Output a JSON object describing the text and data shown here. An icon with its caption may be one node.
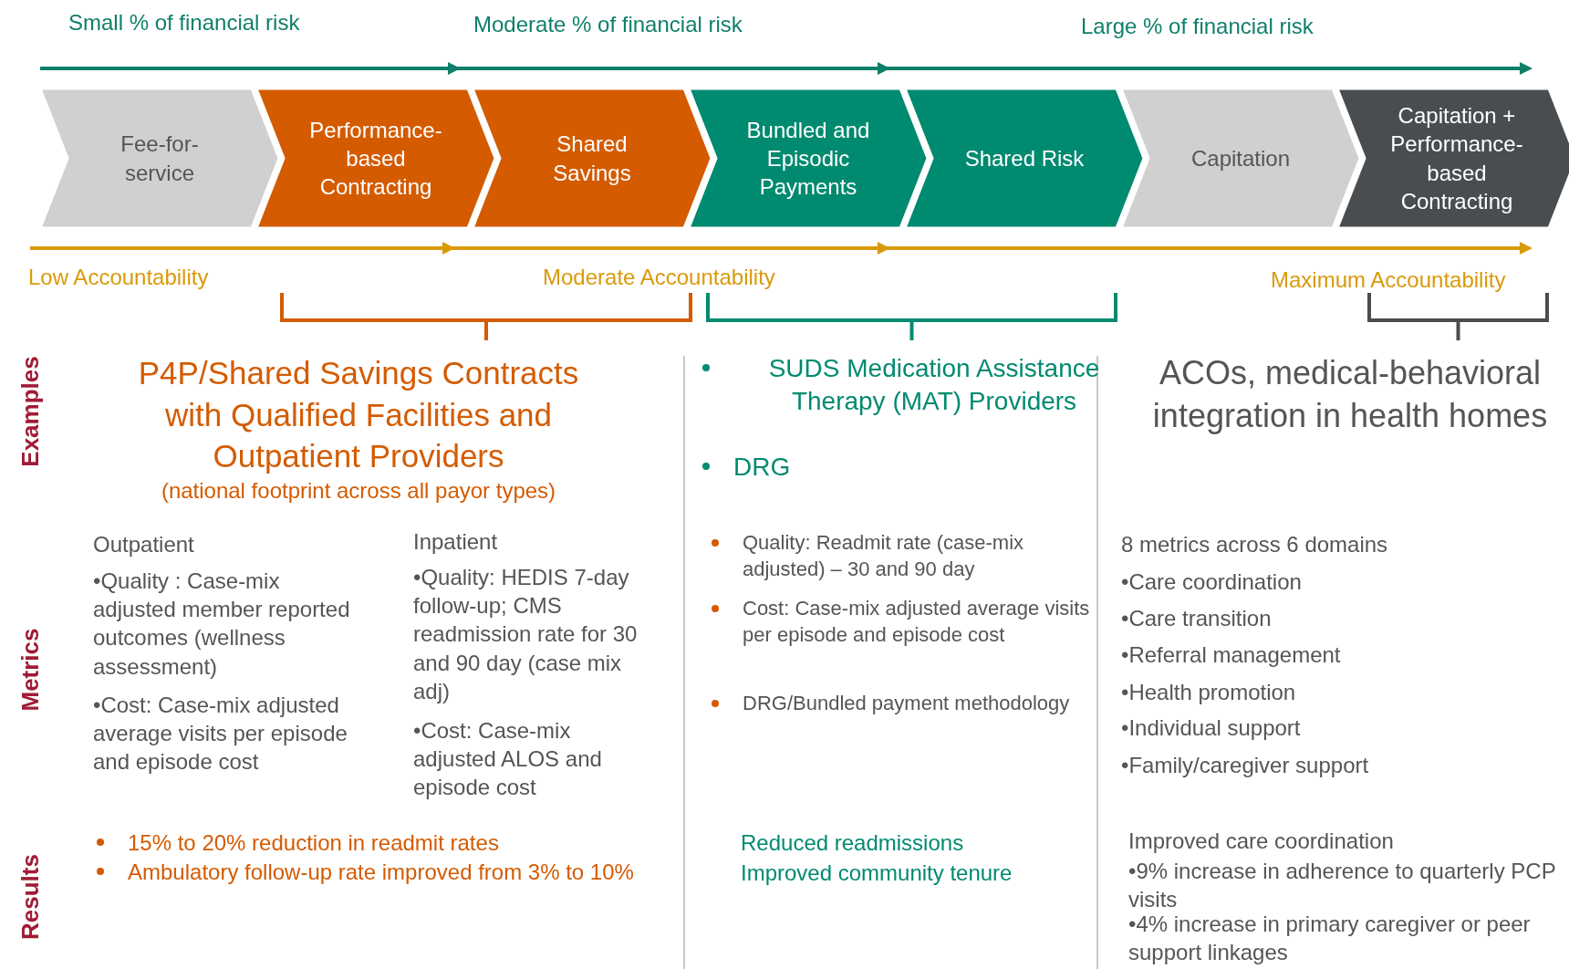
{
  "diagram": {
    "nodes": [
      {
        "text": [
          "Fee-for-service"
        ]
      },
      {
        "text": [
          "Performance-based Contracting"
        ]
      },
      {
        "text": [
          "Shared Savings"
        ]
      },
      {
        "text": [
          "Bundled and Episodic Payments"
        ]
      },
      {
        "text": [
          "Shared Risk"
        ]
      },
      {
        "text": [
          "Capitation"
        ]
      },
      {
        "text": [
          "Capitation + Performance-based Contracting"
        ]
      }
    ],
    "edges": [],
    "labels": [
      "Small % of financial risk",
      "Moderate % of financial risk",
      "Large % of financial risk",
      "Low Accountability",
      "Moderate Accountability",
      "Maximum Accountability",
      "Examples",
      "P4P/Shared Savings Contracts with Qualified Facilities and Outpatient Providers",
      "(national  footprint across all payor types)",
      "SUDS Medication Assistance Therapy (MAT) Providers",
      "DRG",
      "ACOs, medical-behavioral integration in health homes",
      "Metrics",
      "Outpatient",
      "•Quality : Case-mix adjusted member reported outcomes (wellness assessment)",
      "•Cost: Case-mix adjusted average visits per episode and episode cost",
      "Inpatient",
      "•Quality: HEDIS 7-day follow-up;  CMS readmission rate for 30 and 90 day (case mix adj)",
      "•Cost: Case-mix adjusted  ALOS and episode cost",
      "Quality: Readmit rate (case-mix adjusted) – 30 and 90 day",
      "Cost: Case-mix adjusted average visits per episode and episode cost",
      "DRG/Bundled payment methodology",
      "8 metrics across 6 domains",
      "•Care coordination",
      "•Care transition",
      "•Referral management",
      "•Health promotion",
      "•Individual support",
      "•Family/caregiver support",
      "Results",
      "15% to 20% reduction in readmit rates",
      "Ambulatory follow-up rate improved from 3% to 10%",
      "Reduced readmissions",
      "Improved community tenure",
      "Improved care coordination",
      "•9% increase in adherence to quarterly PCP visits",
      "•4% increase in primary caregiver or peer support linkages"
    ]
  }
}
